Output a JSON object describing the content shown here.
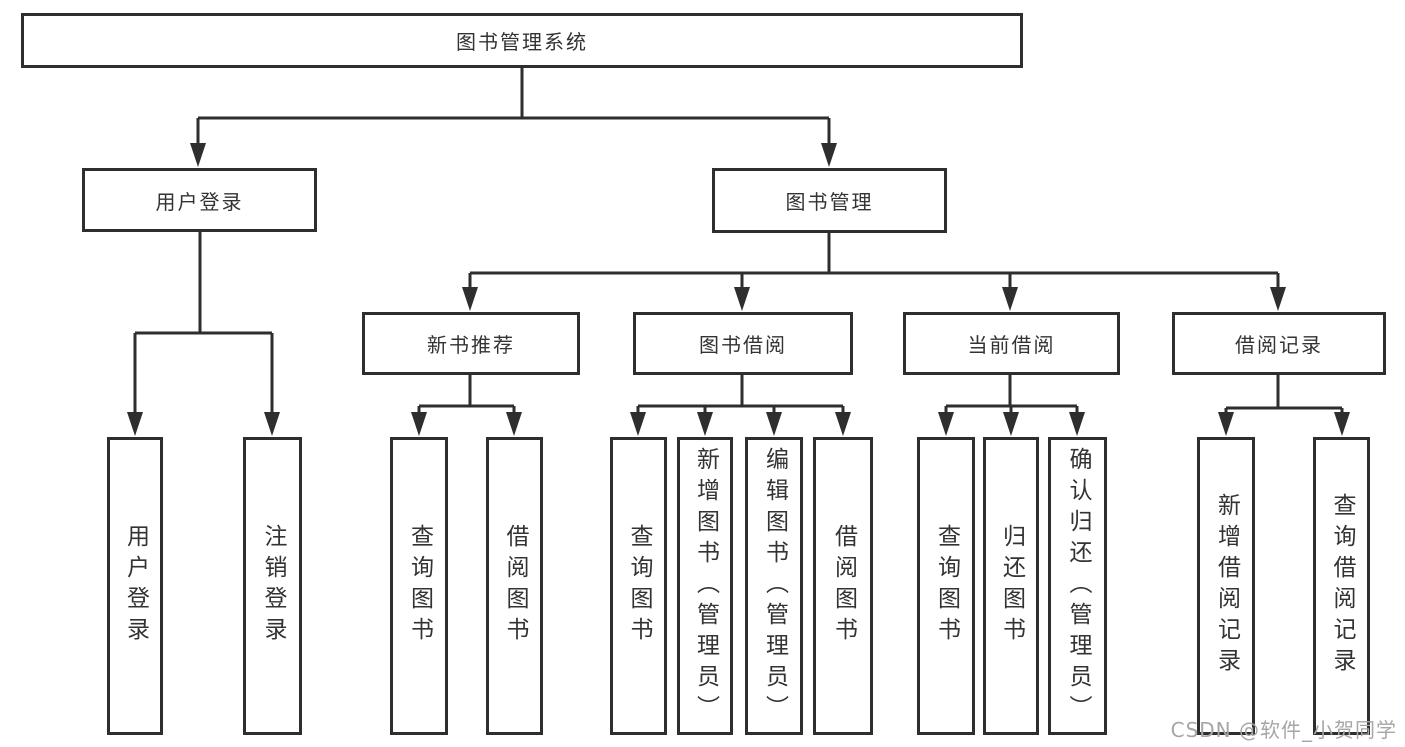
{
  "diagram_type": "hierarchy-tree",
  "tree": {
    "label": "图书管理系统",
    "children": [
      {
        "label": "用户登录",
        "children": [
          {
            "label": "用户登录"
          },
          {
            "label": "注销登录"
          }
        ]
      },
      {
        "label": "图书管理",
        "children": [
          {
            "label": "新书推荐",
            "children": [
              {
                "label": "查询图书"
              },
              {
                "label": "借阅图书"
              }
            ]
          },
          {
            "label": "图书借阅",
            "children": [
              {
                "label": "查询图书"
              },
              {
                "label": "新增图书（管理员）"
              },
              {
                "label": "编辑图书（管理员）"
              },
              {
                "label": "借阅图书"
              }
            ]
          },
          {
            "label": "当前借阅",
            "children": [
              {
                "label": "查询图书"
              },
              {
                "label": "归还图书"
              },
              {
                "label": "确认归还（管理员）"
              }
            ]
          },
          {
            "label": "借阅记录",
            "children": [
              {
                "label": "新增借阅记录"
              },
              {
                "label": "查询借阅记录"
              }
            ]
          }
        ]
      }
    ]
  },
  "watermark": {
    "text": "CSDN @软件_小贺同学"
  },
  "colors": {
    "line": "#2e2e2e",
    "box_border": "#2e2e2e",
    "text": "#333333",
    "background": "#ffffff",
    "watermark": "#a6a6a6"
  }
}
